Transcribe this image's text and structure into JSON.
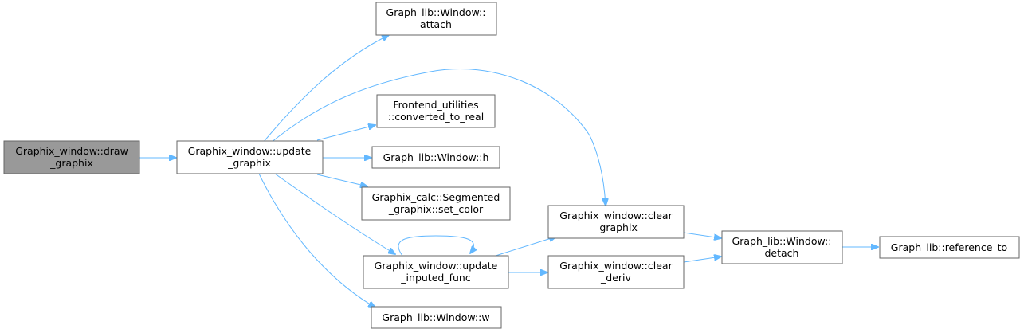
{
  "diagram": {
    "colors": {
      "root_fill": "#999999",
      "node_fill": "#ffffff",
      "node_border": "#666666",
      "edge": "#63b8ff"
    },
    "nodes": {
      "draw_graphix": {
        "line1": "Graphix_window::draw",
        "line2": "_graphix"
      },
      "update_graphix": {
        "line1": "Graphix_window::update",
        "line2": "_graphix"
      },
      "attach": {
        "line1": "Graph_lib::Window::",
        "line2": "attach"
      },
      "converted_to_real": {
        "line1": "Frontend_utilities",
        "line2": "::converted_to_real"
      },
      "window_h": {
        "line1": "Graph_lib::Window::h"
      },
      "set_color": {
        "line1": "Graphix_calc::Segmented",
        "line2": "_graphix::set_color"
      },
      "update_inputed_func": {
        "line1": "Graphix_window::update",
        "line2": "_inputed_func"
      },
      "window_w": {
        "line1": "Graph_lib::Window::w"
      },
      "clear_graphix": {
        "line1": "Graphix_window::clear",
        "line2": "_graphix"
      },
      "clear_deriv": {
        "line1": "Graphix_window::clear",
        "line2": "_deriv"
      },
      "detach": {
        "line1": "Graph_lib::Window::",
        "line2": "detach"
      },
      "reference_to": {
        "line1": "Graph_lib::reference_to"
      }
    }
  }
}
